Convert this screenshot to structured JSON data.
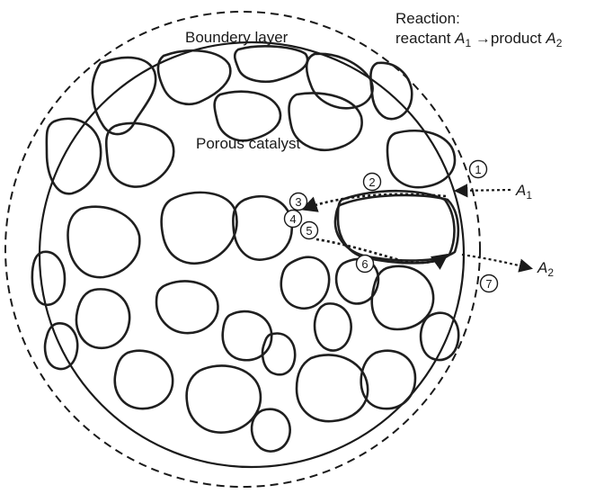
{
  "labels": {
    "boundary_layer": "Boundery layer",
    "porous_catalyst": "Porous catalyst",
    "reaction_title": "Reaction:",
    "reaction_pre": "reactant ",
    "reaction_a": "A",
    "reaction_a_sub": "1",
    "reaction_arrow": " →product ",
    "reaction_b": "A",
    "reaction_b_sub": "2"
  },
  "species": {
    "in": {
      "letter": "A",
      "sub": "1"
    },
    "out": {
      "letter": "A",
      "sub": "2"
    }
  },
  "steps": [
    "1",
    "2",
    "3",
    "4",
    "5",
    "6",
    "7"
  ]
}
